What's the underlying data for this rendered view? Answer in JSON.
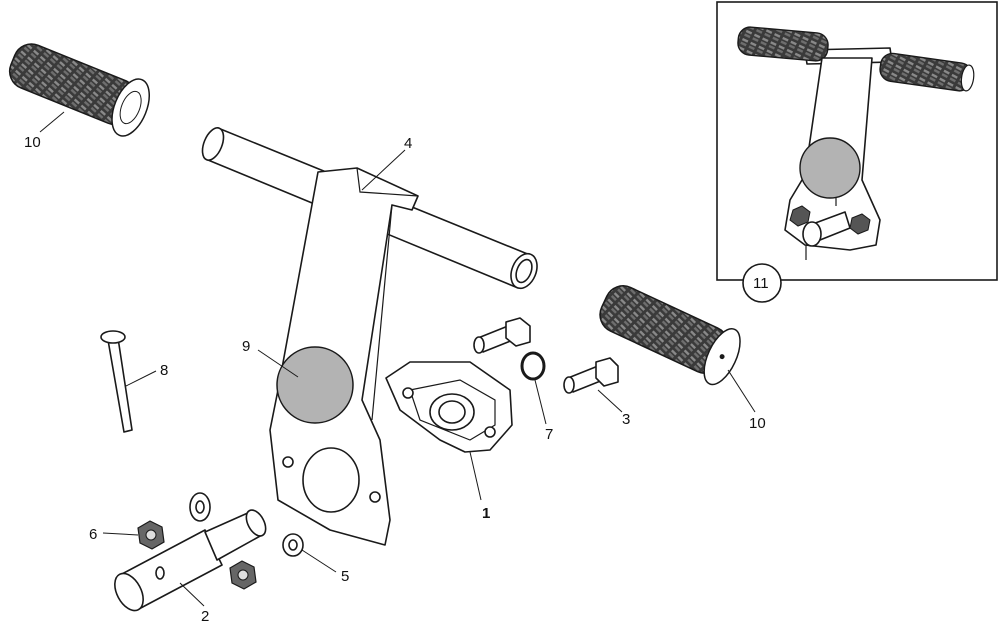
{
  "colors": {
    "line": "#1a1a1a",
    "decal": "#b3b3b3",
    "grip": "#3a3a3a",
    "background": "#ffffff"
  },
  "callouts": {
    "c1": "1",
    "c2": "2",
    "c3": "3",
    "c4": "4",
    "c5": "5",
    "c6": "6",
    "c7": "7",
    "c8": "8",
    "c9": "9",
    "c10_left": "10",
    "c10_right": "10",
    "c11": "11"
  }
}
